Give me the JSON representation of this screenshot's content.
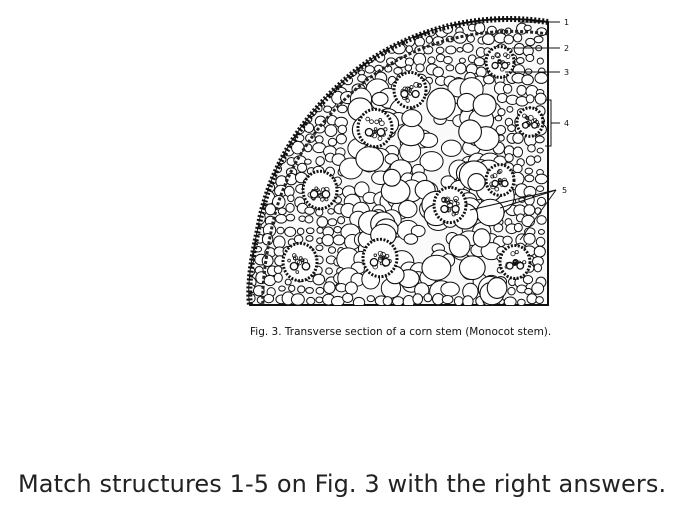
{
  "figure": {
    "caption": "Fig. 3. Transverse section of a corn stem (Monocot stem).",
    "labels": [
      {
        "id": "label-1",
        "text": "1"
      },
      {
        "id": "label-2",
        "text": "2"
      },
      {
        "id": "label-3",
        "text": "3"
      },
      {
        "id": "label-4",
        "text": "4"
      },
      {
        "id": "label-5",
        "text": "5"
      }
    ]
  },
  "question": {
    "text": "Match structures 1-5 on Fig. 3 with the right answers."
  }
}
